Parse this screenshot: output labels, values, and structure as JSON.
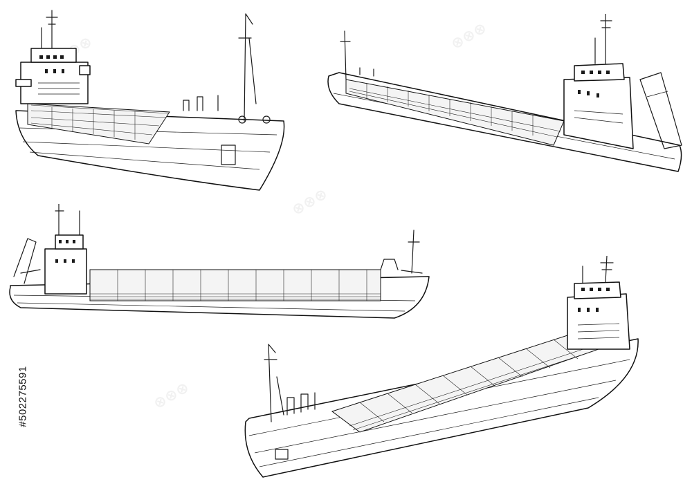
{
  "image": {
    "subject": "Cargo ship line drawings",
    "background_color": "#ffffff",
    "line_color": "#1a1a1a",
    "stock_id": "#502275591",
    "ships": [
      {
        "view": "bow-right three-quarter"
      },
      {
        "view": "stern-right three-quarter"
      },
      {
        "view": "side profile bow-right"
      },
      {
        "view": "bow-left three-quarter"
      }
    ]
  }
}
